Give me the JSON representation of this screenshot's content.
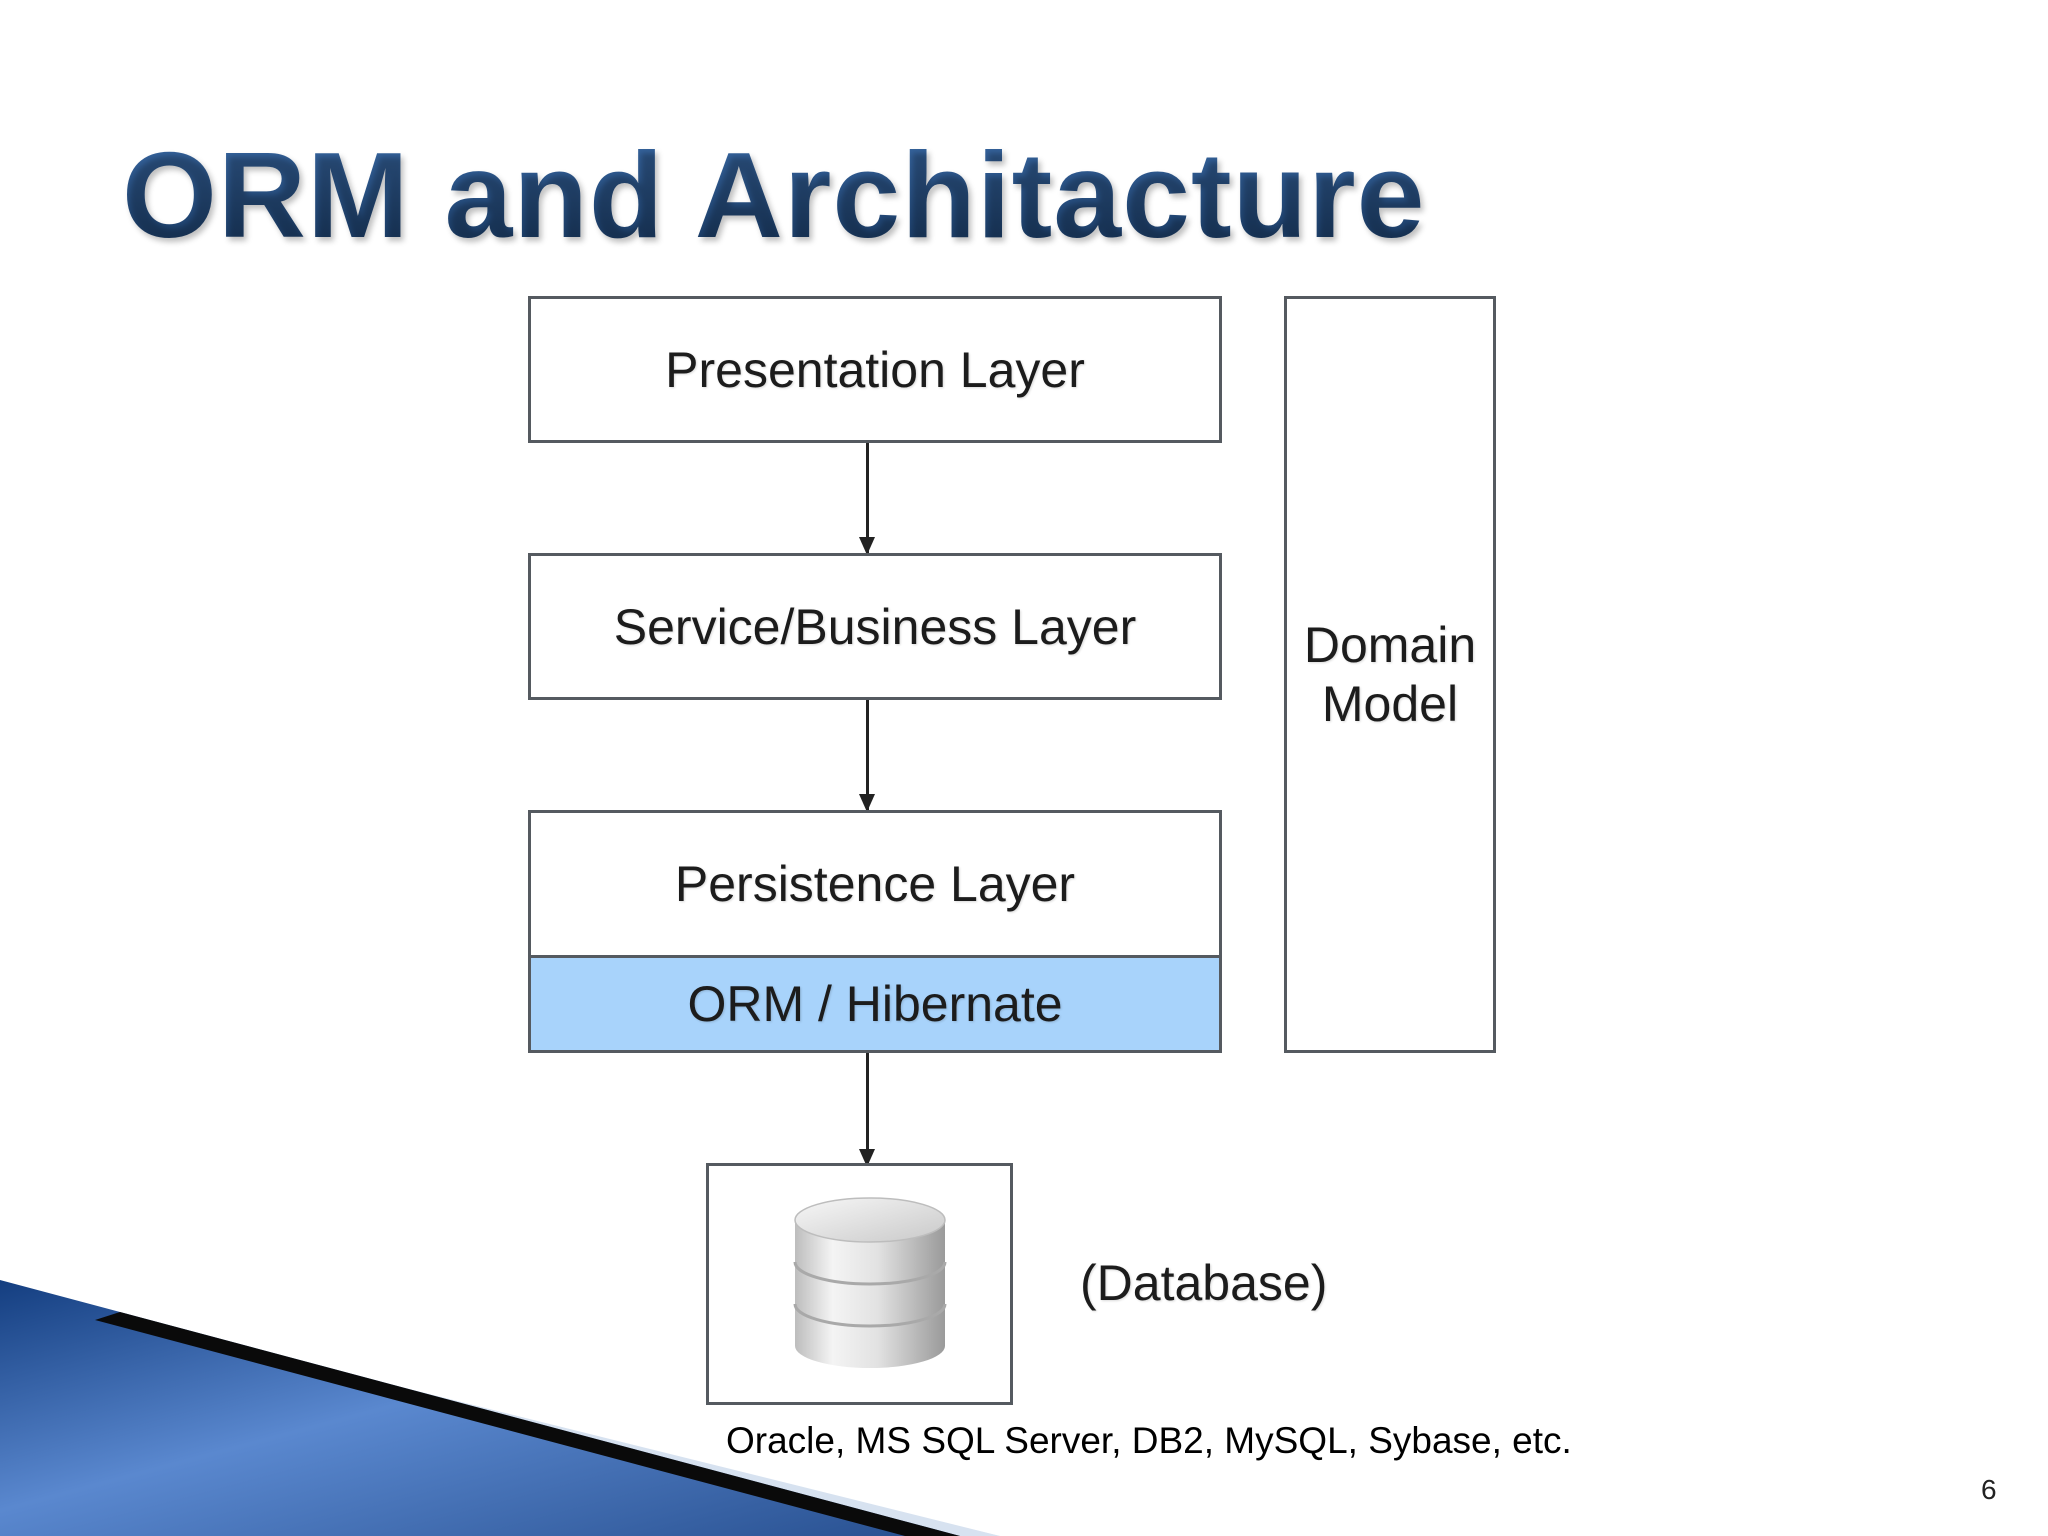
{
  "slide": {
    "title": "ORM and Architacture",
    "page_number": "6"
  },
  "diagram": {
    "layers": {
      "presentation": "Presentation Layer",
      "service": "Service/Business Layer",
      "persistence": "Persistence Layer",
      "orm": "ORM / Hibernate",
      "domain_model": "Domain Model"
    },
    "database_label": "(Database)",
    "database_vendors": "Oracle, MS SQL Server, DB2, MySQL, Sybase, etc."
  },
  "colors": {
    "title_blue": "#1f4476",
    "orm_fill": "#a8d3fb",
    "box_border": "#555a60",
    "corner_blue": "#2c5fa3"
  },
  "icons": {
    "database": "database-cylinder-icon"
  }
}
